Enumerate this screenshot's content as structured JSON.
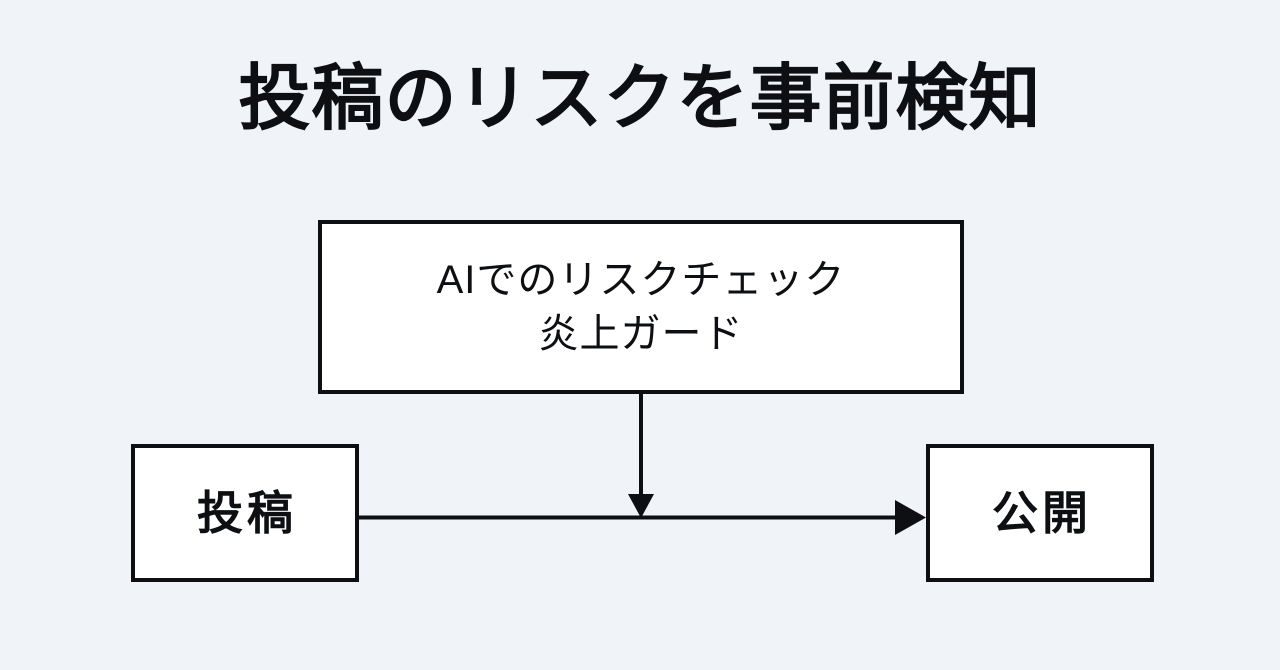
{
  "page": {
    "title": "投稿のリスクを事前検知",
    "background_color": "#f0f4f8",
    "ink_color": "#0d0f12",
    "node_fill_color": "#ffffff"
  },
  "diagram": {
    "type": "flowchart",
    "nodes": [
      {
        "id": "risk-check",
        "lines": [
          "AIでのリスクチェック",
          "炎上ガード"
        ],
        "shape": "rectangle"
      },
      {
        "id": "post",
        "lines": [
          "投稿"
        ],
        "shape": "rectangle"
      },
      {
        "id": "publish",
        "lines": [
          "公開"
        ],
        "shape": "rectangle"
      }
    ],
    "edges": [
      {
        "id": "post-to-publish",
        "from": "post",
        "to": "publish",
        "direction": "right",
        "arrowhead": "solid-triangle"
      },
      {
        "id": "risk-check-to-flow",
        "from": "risk-check",
        "to": "post-to-publish",
        "direction": "down",
        "arrowhead": "solid-triangle"
      }
    ]
  }
}
